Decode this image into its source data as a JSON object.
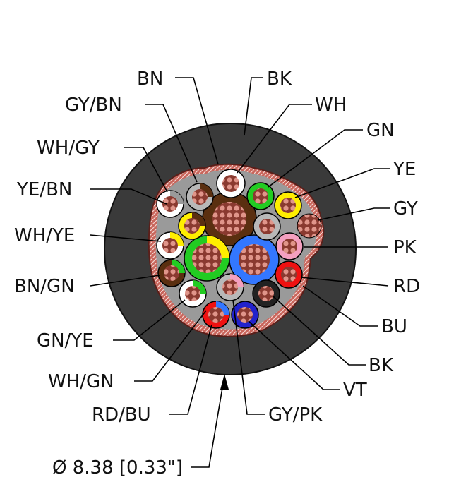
{
  "labels": {
    "bn": "BN",
    "bk_top": "BK",
    "wh": "WH",
    "gy_bn": "GY/BN",
    "gn": "GN",
    "wh_gy": "WH/GY",
    "ye": "YE",
    "ye_bn": "YE/BN",
    "gy": "GY",
    "wh_ye": "WH/YE",
    "pk": "PK",
    "bn_gn": "BN/GN",
    "rd": "RD",
    "bu": "BU",
    "gn_ye": "GN/YE",
    "bk_bottom": "BK",
    "wh_gn": "WH/GN",
    "vt": "VT",
    "rd_bu": "RD/BU",
    "gy_pk": "GY/PK",
    "diameter": "Ø 8.38 [0.33\"]"
  },
  "colors": {
    "jacket": "#3a3a3a",
    "core_fill": "#9a9a9a",
    "shield": "#b9584f",
    "copper": "#d98a80",
    "white": "#ffffff",
    "black": "#222222",
    "brown": "#5a2f10",
    "green": "#22cc22",
    "yellow": "#ffee00",
    "gray": "#b8b8b8",
    "pink": "#f4a0c0",
    "red": "#ee1111",
    "blue": "#3377ff",
    "violet": "#2222cc"
  }
}
